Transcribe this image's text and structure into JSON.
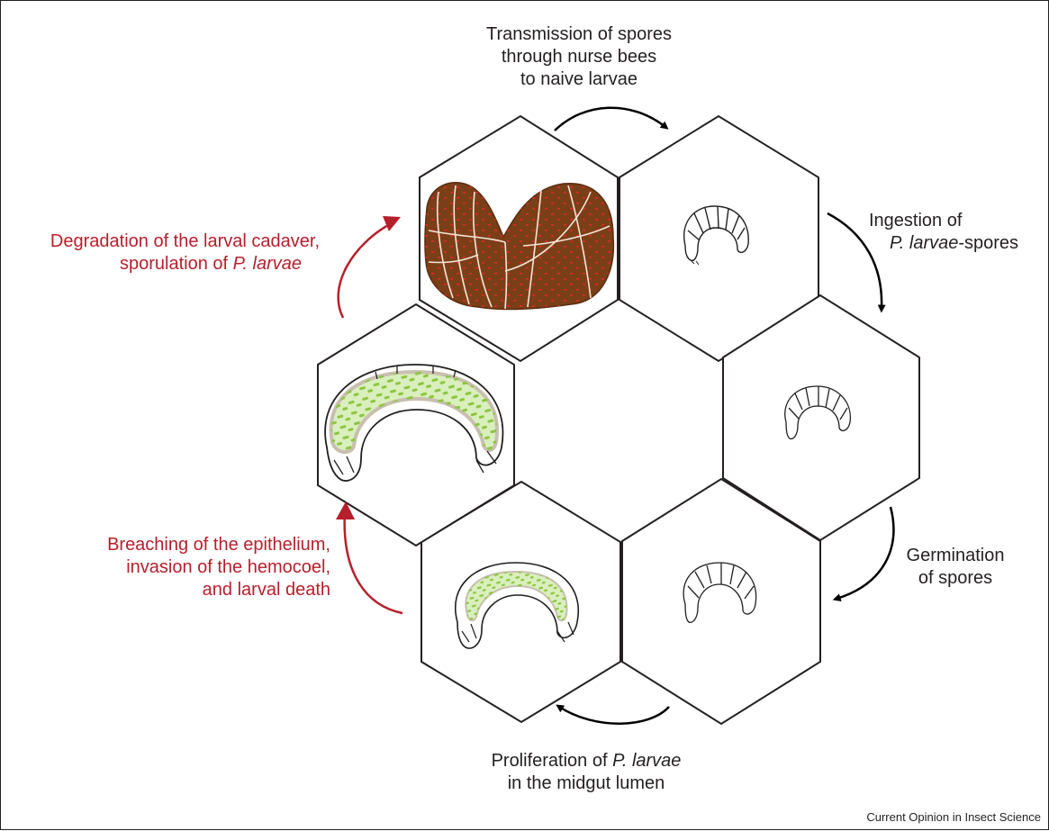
{
  "colors": {
    "text": "#231f20",
    "cycle_arrow": "#000000",
    "death_stage": "#b61f2b",
    "cadaver_fill": "#7b3f18",
    "spore_dots": "#e0262b",
    "bacteria": "#8cc63f",
    "midgut_wall": "#c9bfb0"
  },
  "steps": [
    {
      "lines": [
        "Transmission of spores",
        "through nurse bees",
        "to naive larvae"
      ]
    },
    {
      "lines": [
        "Ingestion of",
        "P. larvae-spores"
      ]
    },
    {
      "lines": [
        "Germination",
        "of spores"
      ]
    },
    {
      "lines": [
        "Proliferation of P. larvae",
        "in the midgut lumen"
      ]
    },
    {
      "lines": [
        "Breaching of the epithelium,",
        "invasion of the hemocoel,",
        "and larval death"
      ]
    },
    {
      "lines": [
        "Degradation of the larval cadaver,",
        "sporulation of P. larvae"
      ]
    }
  ],
  "credit": "Current Opinion in Insect Science"
}
